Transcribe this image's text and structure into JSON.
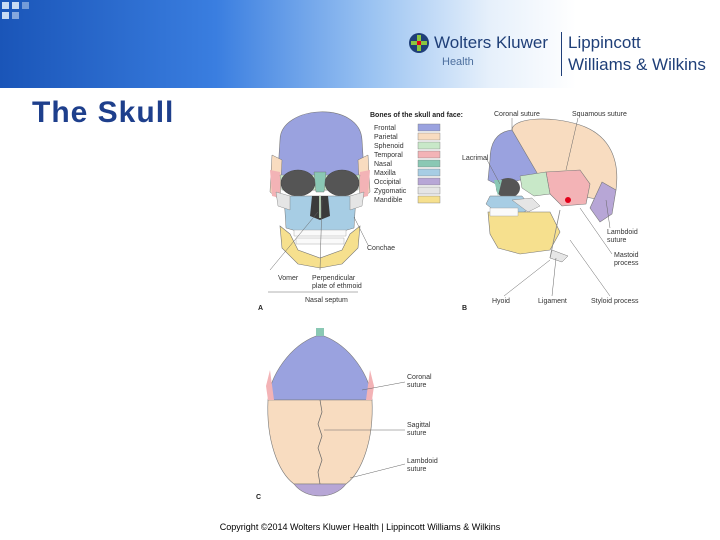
{
  "header": {
    "brand_name": "Wolters Kluwer",
    "brand_sub": "Health",
    "publisher_line1": "Lippincott",
    "publisher_line2": "Williams & Wilkins"
  },
  "slide": {
    "title": "The Skull"
  },
  "figure": {
    "legend_title": "Bones of the skull and face:",
    "legend": [
      {
        "label": "Frontal",
        "color": "#9aa2df"
      },
      {
        "label": "Parietal",
        "color": "#f8dcc0"
      },
      {
        "label": "Sphenoid",
        "color": "#c8e8c8"
      },
      {
        "label": "Temporal",
        "color": "#f3b3b6"
      },
      {
        "label": "Nasal",
        "color": "#8ac8b4"
      },
      {
        "label": "Maxilla",
        "color": "#a7cde4"
      },
      {
        "label": "Occipital",
        "color": "#b7a6d6"
      },
      {
        "label": "Zygomatic",
        "color": "#e5e5e5"
      },
      {
        "label": "Mandible",
        "color": "#f6e08e"
      }
    ],
    "labels": {
      "conchae": "Conchae",
      "vomer": "Vomer",
      "perpendicular_1": "Perpendicular",
      "perpendicular_2": "plate of ethmoid",
      "nasal_septum": "Nasal septum",
      "panel_a": "A",
      "panel_b": "B",
      "panel_c": "C",
      "coronal_suture": "Coronal suture",
      "squamous_suture": "Squamous suture",
      "lacrimal": "Lacrimal",
      "lambdoid_1": "Lambdoid",
      "lambdoid_2": "suture",
      "mastoid_1": "Mastoid",
      "mastoid_2": "process",
      "hyoid": "Hyoid",
      "ligament": "Ligament",
      "styloid": "Styloid process",
      "c_coronal_1": "Coronal",
      "c_coronal_2": "suture",
      "c_sagittal_1": "Sagittal",
      "c_sagittal_2": "suture",
      "c_lambdoid_1": "Lambdoid",
      "c_lambdoid_2": "suture"
    }
  },
  "footer": {
    "copyright": "Copyright ©2014 Wolters Kluwer Health | Lippincott Williams & Wilkins"
  }
}
